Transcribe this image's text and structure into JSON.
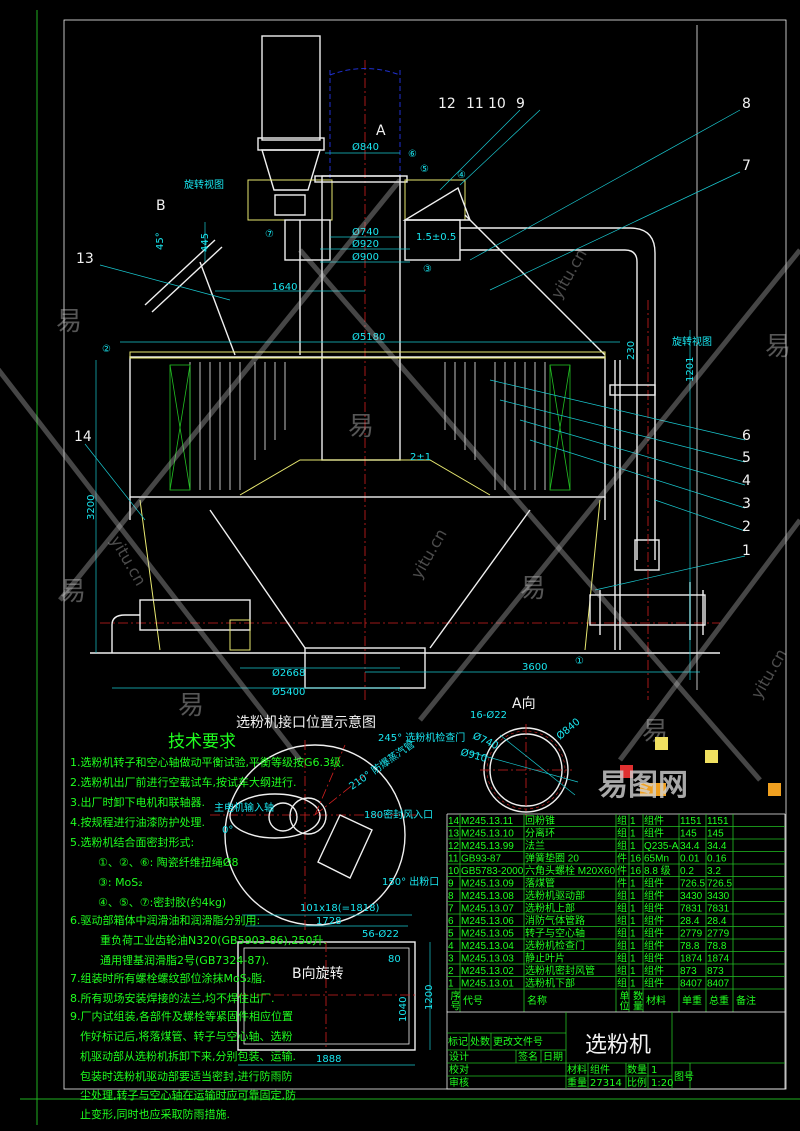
{
  "title": "选粉机",
  "watermark": {
    "glyph": "易",
    "site": "yitu.cn",
    "logo": "易图网"
  },
  "main_view": {
    "labels": {
      "A": "A",
      "B": "B",
      "rotate_view_left": "旋转视图",
      "rotate_view_right": "旋转视图",
      "d840": "Ø840",
      "d740": "Ø740",
      "d920": "Ø920",
      "d900": "Ø900",
      "gap": "1.5±0.5",
      "d1640": "1640",
      "d445": "445",
      "angle45": "45°",
      "d5180": "Ø5180",
      "d3200": "3200",
      "d2668": "Ø2668",
      "d5400": "Ø5400",
      "d3600": "3600",
      "gap2": "2±1",
      "d230": "230",
      "d1201": "1201"
    },
    "part_numbers": [
      "12",
      "11",
      "10",
      "9",
      "8",
      "7",
      "13",
      "14",
      "6",
      "5",
      "4",
      "3",
      "2",
      "1"
    ],
    "seal_marks": [
      "⑥",
      "⑤",
      "④",
      "⑦",
      "③",
      "②",
      "①"
    ]
  },
  "interface_view": {
    "title": "选粉机接口位置示意图",
    "inspection_door": "245° 选粉机检查门",
    "steam_pipe": "210° 防爆蒸汽管",
    "motor_shaft": "主电机输入轴",
    "zero": "0°",
    "seal_air": "180密封风入口",
    "powder_outlet": "150° 出粉口"
  },
  "a_view": {
    "title": "A向",
    "holes": "16-Ø22",
    "d740": "Ø740",
    "d910": "Ø910",
    "d840": "Ø840"
  },
  "b_view": {
    "title": "B向旋转",
    "pitch": "101x18(=1818)",
    "d1728": "1728",
    "holes": "56-Ø22",
    "d1888": "1888",
    "d1200": "1200",
    "d80": "80",
    "d1040": "1040"
  },
  "tech_requirements": {
    "title": "技术要求",
    "lines": [
      "1.选粉机转子和空心轴做动平衡试验,平衡等级按G6.3级.",
      "2.选粉机出厂前进行空载试车,按试车大纲进行.",
      "3.出厂时卸下电机和联轴器.",
      "4.按规程进行油漆防护处理.",
      "5.选粉机结合面密封形式:",
      "①、②、⑥: 陶瓷纤维扭绳Ø8",
      "③: MoS₂",
      "④、⑤、⑦:密封胶(约4kg)",
      "6.驱动部箱体中润滑油和润滑脂分别用:",
      "重负荷工业齿轮油N320(GB5903-86),250升.",
      "通用锂基润滑脂2号(GB7324-87).",
      "7.组装时所有螺栓螺纹部位涂抹MoS₂脂.",
      "8.所有现场安装焊接的法兰,均不焊住出厂.",
      "9.厂内试组装,各部件及螺栓等紧固件相应位置",
      "作好标记后,将落煤管、转子与空心轴、选粉",
      "机驱动部从选粉机拆卸下来,分别包装、运输.",
      "包装时选粉机驱动部要适当密封,进行防雨防",
      "尘处理,转子与空心轴在运输时应可靠固定,防",
      "止变形,同时也应采取防雨措施."
    ]
  },
  "parts_list": {
    "headers": [
      "序号",
      "代号",
      "名称",
      "单位",
      "数量",
      "材料",
      "单重",
      "总重",
      "备注"
    ],
    "rows": [
      [
        "14",
        "M245.13.11",
        "回粉锥",
        "组",
        "1",
        "组件",
        "1151",
        "1151"
      ],
      [
        "13",
        "M245.13.10",
        "分离环",
        "组",
        "1",
        "组件",
        "145",
        "145"
      ],
      [
        "12",
        "M245.13.99",
        "法兰",
        "组",
        "1",
        "Q235-A",
        "34.4",
        "34.4"
      ],
      [
        "11",
        "GB93-87",
        "弹簧垫圈 20",
        "件",
        "16",
        "65Mn",
        "0.01",
        "0.16"
      ],
      [
        "10",
        "GB5783-2000",
        "六角头螺栓 M20X60",
        "件",
        "16",
        "8.8 级",
        "0.2",
        "3.2"
      ],
      [
        "9",
        "M245.13.09",
        "落煤管",
        "件",
        "1",
        "组件",
        "726.5",
        "726.5"
      ],
      [
        "8",
        "M245.13.08",
        "选粉机驱动部",
        "组",
        "1",
        "组件",
        "3430",
        "3430"
      ],
      [
        "7",
        "M245.13.07",
        "选粉机上部",
        "组",
        "1",
        "组件",
        "7831",
        "7831"
      ],
      [
        "6",
        "M245.13.06",
        "消防气体管路",
        "组",
        "1",
        "组件",
        "28.4",
        "28.4"
      ],
      [
        "5",
        "M245.13.05",
        "转子与空心轴",
        "组",
        "1",
        "组件",
        "2779",
        "2779"
      ],
      [
        "4",
        "M245.13.04",
        "选粉机检查门",
        "组",
        "1",
        "组件",
        "78.8",
        "78.8"
      ],
      [
        "3",
        "M245.13.03",
        "静止叶片",
        "组",
        "1",
        "组件",
        "1874",
        "1874"
      ],
      [
        "2",
        "M245.13.02",
        "选粉机密封风管",
        "组",
        "1",
        "组件",
        "873",
        "873"
      ],
      [
        "1",
        "M245.13.01",
        "选粉机下部",
        "组",
        "1",
        "组件",
        "8407",
        "8407"
      ]
    ]
  },
  "title_block": {
    "mark": "标记",
    "count": "处数",
    "change_doc": "更改文件号",
    "sign": "签名",
    "date": "日期",
    "design": "设计",
    "check": "校对",
    "review": "审核",
    "name": "选粉机",
    "material_label": "材料",
    "material": "组件",
    "qty_label": "数量",
    "qty": "1",
    "weight_label": "重量",
    "weight": "27314",
    "scale_label": "比例",
    "scale": "1:20",
    "drawing_no_label": "图号"
  },
  "colors": {
    "background": "#000000",
    "text_green": "#1fff1f",
    "dim_cyan": "#19e6f0",
    "outline": "#f0f0f0",
    "center_red": "#d02020"
  }
}
